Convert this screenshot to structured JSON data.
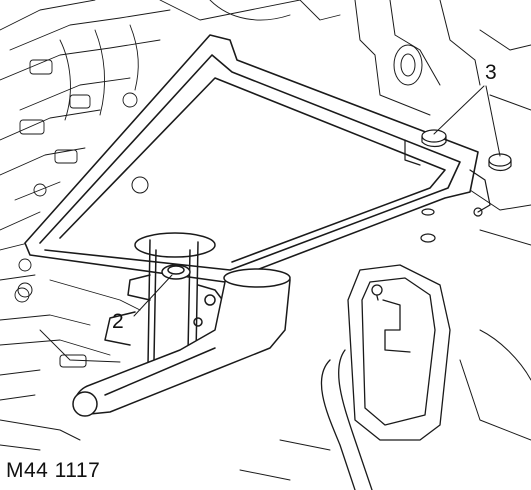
{
  "figure": {
    "reference": "M44 1117",
    "callouts": [
      {
        "id": "2",
        "label": "2"
      },
      {
        "id": "3",
        "label": "3"
      }
    ]
  },
  "colors": {
    "line": "#1a1a1a",
    "fill": "#ffffff",
    "shade": "#d9d9d9"
  }
}
